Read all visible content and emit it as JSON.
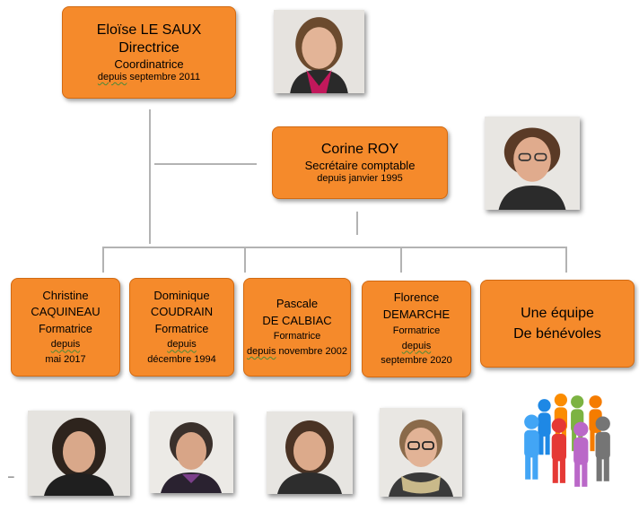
{
  "directrice": {
    "name": "Eloïse LE SAUX",
    "title": "Directrice",
    "role": "Coordinatrice",
    "since_word": "depuis",
    "since_date": "septembre 2011"
  },
  "secretaire": {
    "name": "Corine ROY",
    "role": "Secrétaire comptable",
    "since": "depuis janvier 1995"
  },
  "trainers": [
    {
      "first": "Christine",
      "last": "CAQUINEAU",
      "role": "Formatrice",
      "since_word": "depuis",
      "since_date": "mai 2017"
    },
    {
      "first": "Dominique",
      "last": "COUDRAIN",
      "role": "Formatrice",
      "since_word": "depuis",
      "since_date": "décembre 1994"
    },
    {
      "first": "Pascale",
      "last": "DE CALBIAC",
      "role": "Formatrice",
      "since_word": "depuis",
      "since_date": "novembre 2002"
    },
    {
      "first": "Florence",
      "last": "DEMARCHE",
      "role": "Formatrice",
      "since_word": "depuis",
      "since_date": "septembre 2020"
    }
  ],
  "volunteers": {
    "line1": "Une équipe",
    "line2": "De bénévoles"
  },
  "colors": {
    "box_fill": "#f58a2b",
    "connector": "#b3b3b3"
  },
  "stray_mark": "–"
}
